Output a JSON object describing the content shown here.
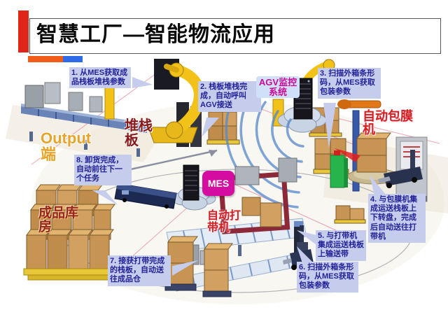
{
  "slide": {
    "title": "智慧工厂—智能物流应用"
  },
  "colors": {
    "accent_red": "#e0261a",
    "bar_orange": "#f25c19",
    "bar_blue": "#2e6be6",
    "callout_bg": "#c6cdec",
    "callout_text": "#232299",
    "mes_magenta": "#d40da0",
    "label_red": "#d42020",
    "robot_yellow": "#f2c218",
    "box_tan": "#c89454"
  },
  "callouts": [
    {
      "id": 1,
      "text": "1. 从MES获取成品栈板堆栈参数"
    },
    {
      "id": 2,
      "text": "2. 栈板堆栈完成，自动呼叫AGV接送"
    },
    {
      "id": 3,
      "text": "3. 扫描外箱条形码，从MES获取包装参数"
    },
    {
      "id": 4,
      "text": "4. 与包膜机集成运送栈板上下转盘，完成后自动送往打带机"
    },
    {
      "id": 5,
      "text": "5. 与打带机集成运送栈板上输送带"
    },
    {
      "id": 6,
      "text": "6. 扫描外箱条形码，从MES获取包装参数"
    },
    {
      "id": 7,
      "text": "7. 接获打带完成的栈板，自动送往成品仓"
    },
    {
      "id": 8,
      "text": "8. 卸货完成，自动前往下一个任务"
    }
  ],
  "labels": {
    "output_station": "Output 端",
    "pallet_stacking": "堆栈板",
    "agv_monitor": "AGV监控系统",
    "mes": "MES",
    "auto_wrapping_machine": "自动包膜机",
    "auto_strapping_machine": "自动打带机",
    "finished_goods_warehouse": "成品库房"
  }
}
